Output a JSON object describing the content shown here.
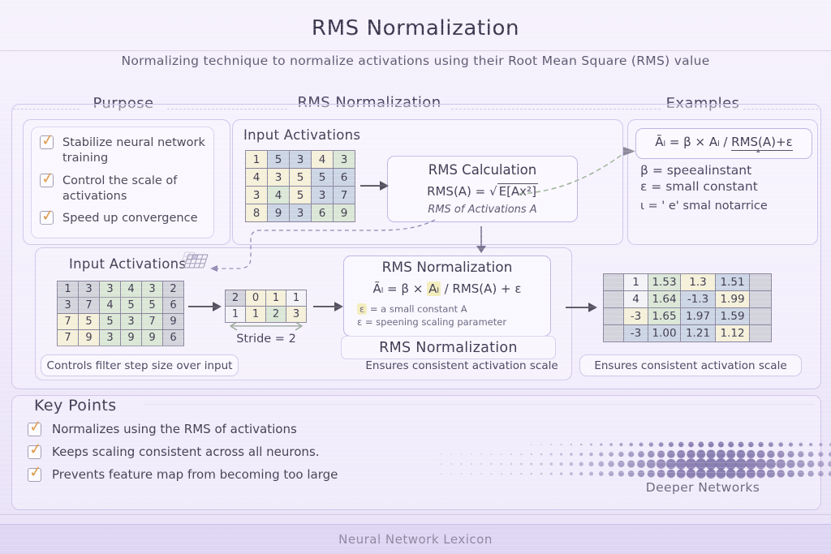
{
  "header": {
    "title": "RMS Normalization",
    "subtitle": "Normalizing technique to normalize activations using their Root Mean Square (RMS) value"
  },
  "purpose": {
    "heading": "Purpose",
    "items": [
      "Stabilize neural network training",
      "Control the scale of activations",
      "Speed up convergence"
    ]
  },
  "flow": {
    "heading": "RMS Normalization",
    "input_label": "Input Activations",
    "grid": [
      [
        "1",
        "5",
        "3",
        "4",
        "3"
      ],
      [
        "4",
        "3",
        "5",
        "5",
        "6"
      ],
      [
        "3",
        "4",
        "5",
        "3",
        "7"
      ],
      [
        "8",
        "9",
        "3",
        "6",
        "9"
      ]
    ],
    "grid_colors": [
      [
        "y",
        "b",
        "b",
        "y",
        "g"
      ],
      [
        "y",
        "y",
        "y",
        "b",
        "b"
      ],
      [
        "y",
        "g",
        "y",
        "b",
        "b"
      ],
      [
        "y",
        "b",
        "b",
        "g",
        "g"
      ]
    ],
    "calc_title": "RMS Calculation",
    "calc_formula_pre": "RMS(A) = ",
    "calc_sqrt": "√",
    "calc_radicand": "E[Ax²]",
    "calc_caption": "RMS of Activations A"
  },
  "examples": {
    "heading": "Examples",
    "formula_pre": "Ãₗ = β ×  Aₗ / ",
    "formula_under": "RMS(A)+ε",
    "pointer": "▴",
    "defs": [
      "β =  speealinstant",
      "ε = small constant",
      "ι = ' e' smal notarrice"
    ]
  },
  "pipeline": {
    "input_label": "Input Activations",
    "grid": [
      [
        "1",
        "3",
        "3",
        "4",
        "3",
        "2"
      ],
      [
        "3",
        "7",
        "4",
        "5",
        "5",
        "6"
      ],
      [
        "7",
        "5",
        "5",
        "3",
        "7",
        "9"
      ],
      [
        "7",
        "9",
        "3",
        "9",
        "9",
        "6"
      ]
    ],
    "grid_colors": [
      [
        "n",
        "n",
        "g",
        "g",
        "g",
        "n"
      ],
      [
        "n",
        "n",
        "g",
        "g",
        "g",
        "n"
      ],
      [
        "y",
        "y",
        "g",
        "g",
        "g",
        "n"
      ],
      [
        "y",
        "y",
        "g",
        "g",
        "g",
        "n"
      ]
    ],
    "stride_grid": [
      [
        "2",
        "0",
        "1",
        "1"
      ],
      [
        "1",
        "1",
        "2",
        "3"
      ]
    ],
    "stride_colors": [
      [
        "n",
        "y",
        "y",
        "w"
      ],
      [
        "w",
        "y",
        "g",
        "y"
      ]
    ],
    "stride_label": "Stride = 2",
    "norm_title": "RMS Normalization",
    "norm_formula_pre": "Ãₗ = β ×  ",
    "norm_formula_hl": "Aₗ",
    "norm_formula_post": " / RMS(A) + ε",
    "norm_def1_sym": "ε",
    "norm_def1_text": "= a small constant   A",
    "norm_def2_sym": "ε",
    "norm_def2_text": "= speening scaling parameter",
    "banner": "RMS Normalization",
    "output_table": [
      [
        "",
        "1",
        "1.53",
        "1.3",
        "1.51",
        ""
      ],
      [
        "",
        "4",
        "1.64",
        "-1.3",
        "1.99",
        ""
      ],
      [
        "",
        "-3",
        "1.65",
        "1.97",
        "1.59",
        ""
      ],
      [
        "",
        "-3",
        "1.00",
        "1.21",
        "1.12",
        ""
      ]
    ],
    "output_colors": [
      [
        "n",
        "w",
        "g",
        "y",
        "b",
        "n"
      ],
      [
        "n",
        "w",
        "g",
        "b",
        "y",
        "n"
      ],
      [
        "n",
        "y",
        "g",
        "b",
        "b",
        "n"
      ],
      [
        "n",
        "b",
        "b",
        "b",
        "y",
        "n"
      ]
    ],
    "caption_left": "Controls filter step size over input",
    "caption_mid": "Ensures consistent activation scale",
    "caption_right": "Ensures consistent activation scale"
  },
  "key_points": {
    "heading": "Key Points",
    "items": [
      "Normalizes using the RMS of activations",
      "Keeps scaling consistent across all neurons.",
      "Prevents feature map from  becoming too large"
    ],
    "decoration_label": "Deeper Networks"
  },
  "footer": {
    "text": "Neural Network Lexicon"
  },
  "colors": {
    "accent_check": "#e09a4a",
    "panel_border": "#cfc6ea",
    "cell_yellow": "#f4f0d9",
    "cell_blue": "#ccd5e4",
    "cell_green": "#dbe7d6",
    "cell_gray": "#d3d3dc",
    "dots": "#7b6fa6"
  }
}
